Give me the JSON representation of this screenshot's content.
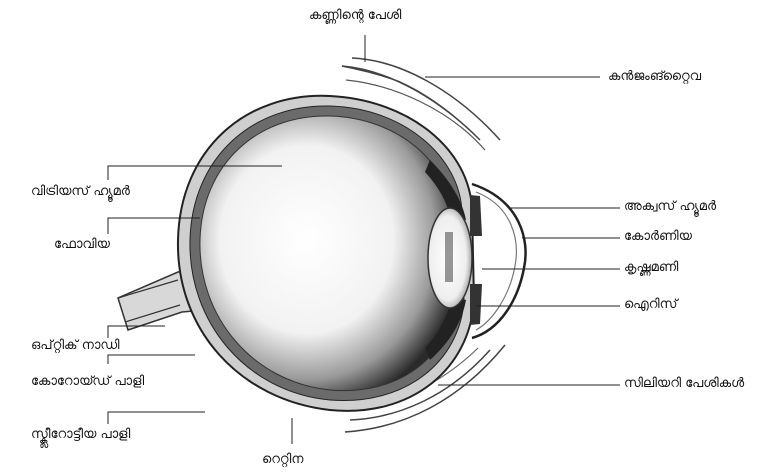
{
  "labels": {
    "eye_muscle": "കണ്ണിന്റെ പേശി",
    "conjunctiva": "കൻജംങ്റ്റൈവ",
    "vitreous_humour": "വിട്രിയസ് ഹ്യൂമർ",
    "aqueous_humour": "അക്വസ് ഹ്യൂമർ",
    "cornea": "കോർണിയ",
    "fovea": "ഫോവിയ",
    "pupil": "കൃഷ്ണമണി",
    "iris": "ഐറിസ്",
    "optic_nerve": "ഒപ്റ്റിക് നാഡി",
    "choroid": "കോറോയ്ഡ് പാളി",
    "ciliary_muscles": "സിലിയറി പേശികൾ",
    "sclera": "സ്ക്ലീറോട്ടീയ പാളി",
    "retina": "റെറ്റിന"
  }
}
